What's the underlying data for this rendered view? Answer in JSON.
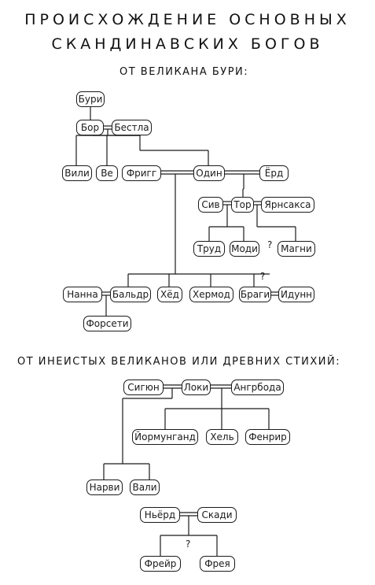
{
  "title": {
    "line1": "ПРОИСХОЖДЕНИЕ ОСНОВНЫХ",
    "line2": "СКАНДИНАВСКИХ БОГОВ"
  },
  "section1": {
    "heading": "ОТ ВЕЛИКАНА БУРИ:",
    "nodes": {
      "buri": "Бури",
      "bor": "Бор",
      "bestla": "Бестла",
      "vili": "Вили",
      "ve": "Ве",
      "frigg": "Фригг",
      "odin": "Один",
      "jord": "Ёрд",
      "siv": "Сив",
      "thor": "Тор",
      "jarnsaxa": "Ярнсакса",
      "trud": "Труд",
      "modi": "Моди",
      "magni": "Магни",
      "nanna": "Нанна",
      "baldr": "Бальдр",
      "hod": "Хёд",
      "hermod": "Хермод",
      "bragi": "Браги",
      "idunn": "Идунн",
      "forseti": "Форсети"
    },
    "unknown_marks": {
      "magni_mark": "?",
      "bragi_mark": "?"
    }
  },
  "section2": {
    "heading": "ОТ ИНЕИСТЫХ ВЕЛИКАНОВ ИЛИ ДРЕВНИХ СТИХИЙ:",
    "nodes": {
      "sigyn": "Сигюн",
      "loki": "Локи",
      "angrboda": "Ангрбода",
      "jormungand": "Йормунганд",
      "hel": "Хель",
      "fenrir": "Фенрир",
      "narvi": "Нарви",
      "vali": "Вали",
      "njord": "Ньёрд",
      "skadi": "Скади",
      "freyr": "Фрейр",
      "freya": "Фрея"
    },
    "unknown_marks": {
      "njord_mark": "?"
    }
  }
}
